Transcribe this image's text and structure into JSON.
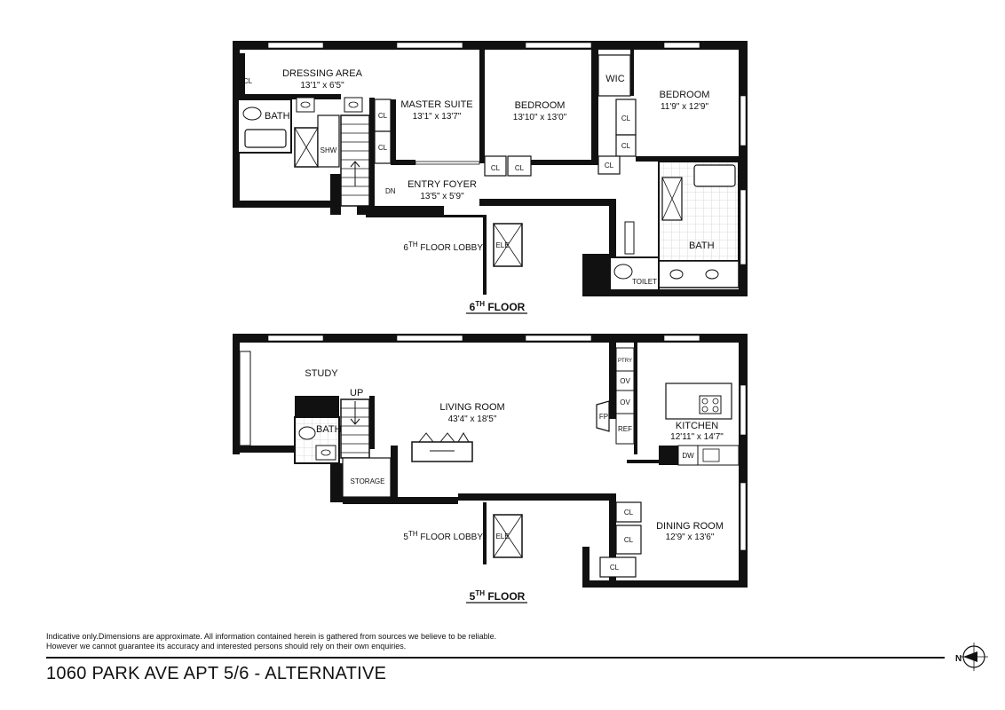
{
  "floor6": {
    "label": "6",
    "label_sup": "TH",
    "label_suffix": " FLOOR",
    "dressing": {
      "name": "DRESSING AREA",
      "dim": "13'1\" x 6'5\""
    },
    "master": {
      "name": "MASTER SUITE",
      "dim": "13'1\" x 13'7\""
    },
    "bedroom1": {
      "name": "BEDROOM",
      "dim": "13'10\" x 13'0\""
    },
    "bedroom2": {
      "name": "BEDROOM",
      "dim": "11'9\" x 12'9\""
    },
    "foyer": {
      "name": "ENTRY FOYER",
      "dim": "13'5\" x 5'9\""
    },
    "lobby": {
      "pre": "6",
      "sup": "TH",
      "post": " FLOOR LOBBY"
    },
    "bath1": "BATH",
    "bath2": "BATH",
    "shw": "SHW",
    "wic": "WIC",
    "toilet": "TOILET",
    "dn": "DN",
    "ele": "ELE",
    "cl": "CL"
  },
  "floor5": {
    "label": "5",
    "label_sup": "TH",
    "label_suffix": " FLOOR",
    "study": "STUDY",
    "living": {
      "name": "LIVING ROOM",
      "dim": "43'4\" x 18'5\""
    },
    "kitchen": {
      "name": "KITCHEN",
      "dim": "12'11\" x 14'7\""
    },
    "dining": {
      "name": "DINING ROOM",
      "dim": "12'9\" x 13'6\""
    },
    "lobby": {
      "pre": "5",
      "sup": "TH",
      "post": " FLOOR LOBBY"
    },
    "bath": "BATH",
    "up": "UP",
    "storage": "STORAGE",
    "ptry": "PTRY",
    "ov": "OV",
    "ref": "REF",
    "fp": "FP",
    "dw": "DW",
    "ele": "ELE",
    "cl": "CL"
  },
  "compass": {
    "letter": "N"
  },
  "disclaimer": {
    "line1": "Indicative only.Dimensions are approximate. All information contained herein is gathered from sources we believe to be reliable.",
    "line2": "However we cannot guarantee its accuracy and interested persons should rely on their own enquiries."
  },
  "title": "1060 PARK AVE APT 5/6 - ALTERNATIVE",
  "colors": {
    "wall": "#111111",
    "window": "#ffffff",
    "tile": "#d9d9d9"
  }
}
